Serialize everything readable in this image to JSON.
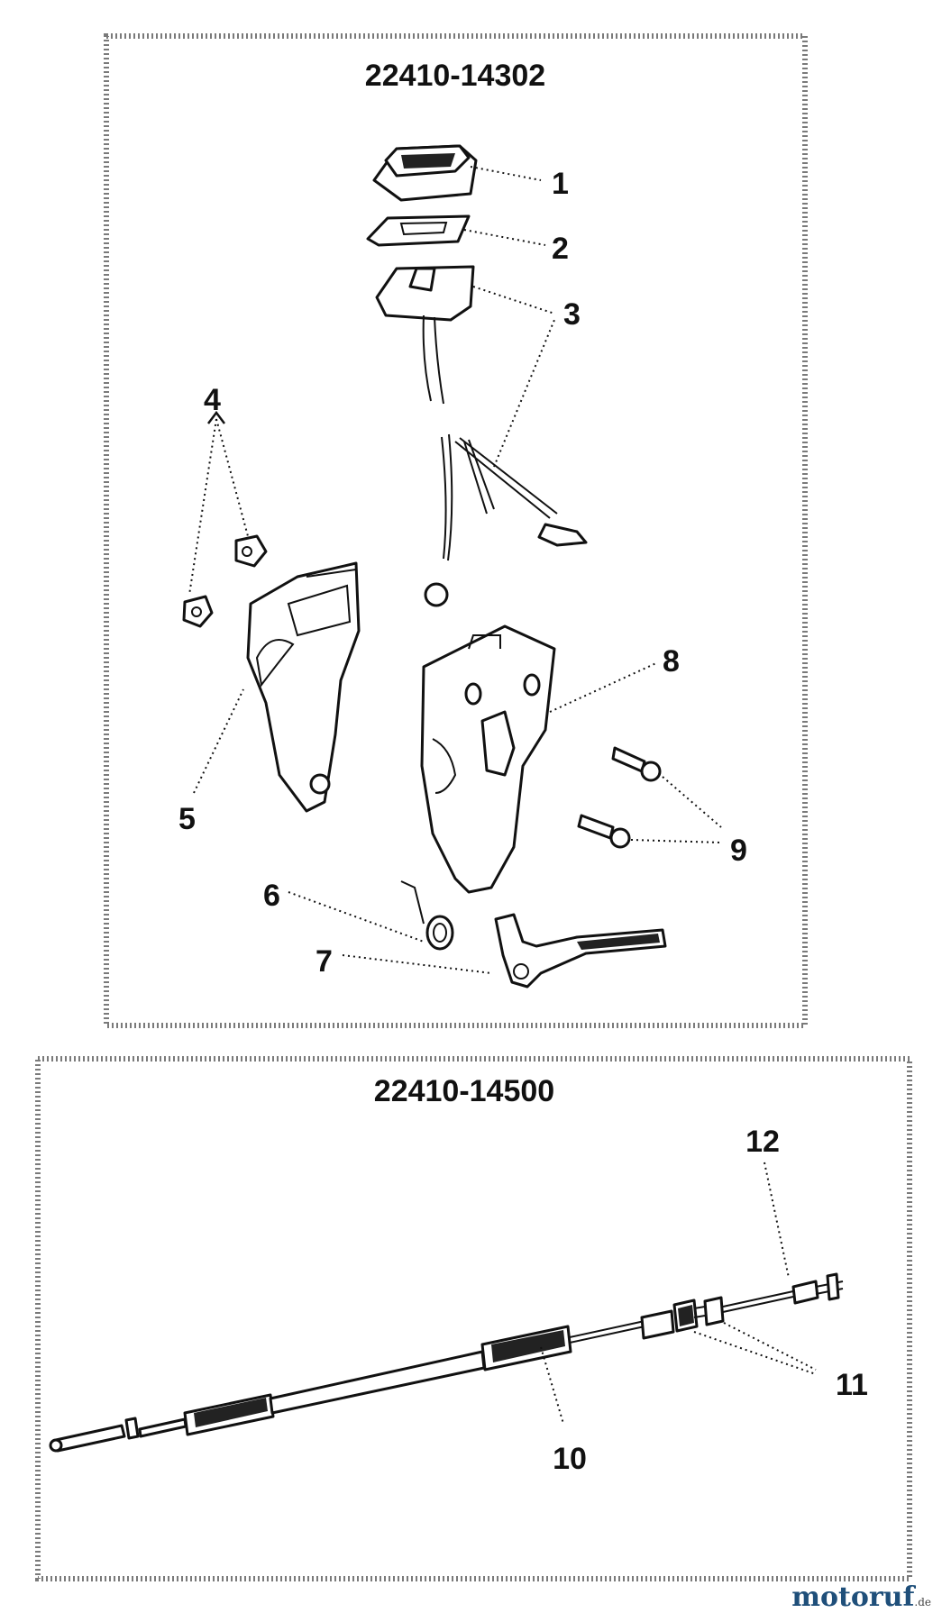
{
  "panels": [
    {
      "part_number": "22410-14302",
      "callouts": [
        "1",
        "2",
        "3",
        "4",
        "5",
        "6",
        "7",
        "8",
        "9"
      ]
    },
    {
      "part_number": "22410-14500",
      "callouts": [
        "10",
        "11",
        "12"
      ]
    }
  ],
  "watermark": {
    "brand": "motoruf",
    "suffix": ".de"
  }
}
